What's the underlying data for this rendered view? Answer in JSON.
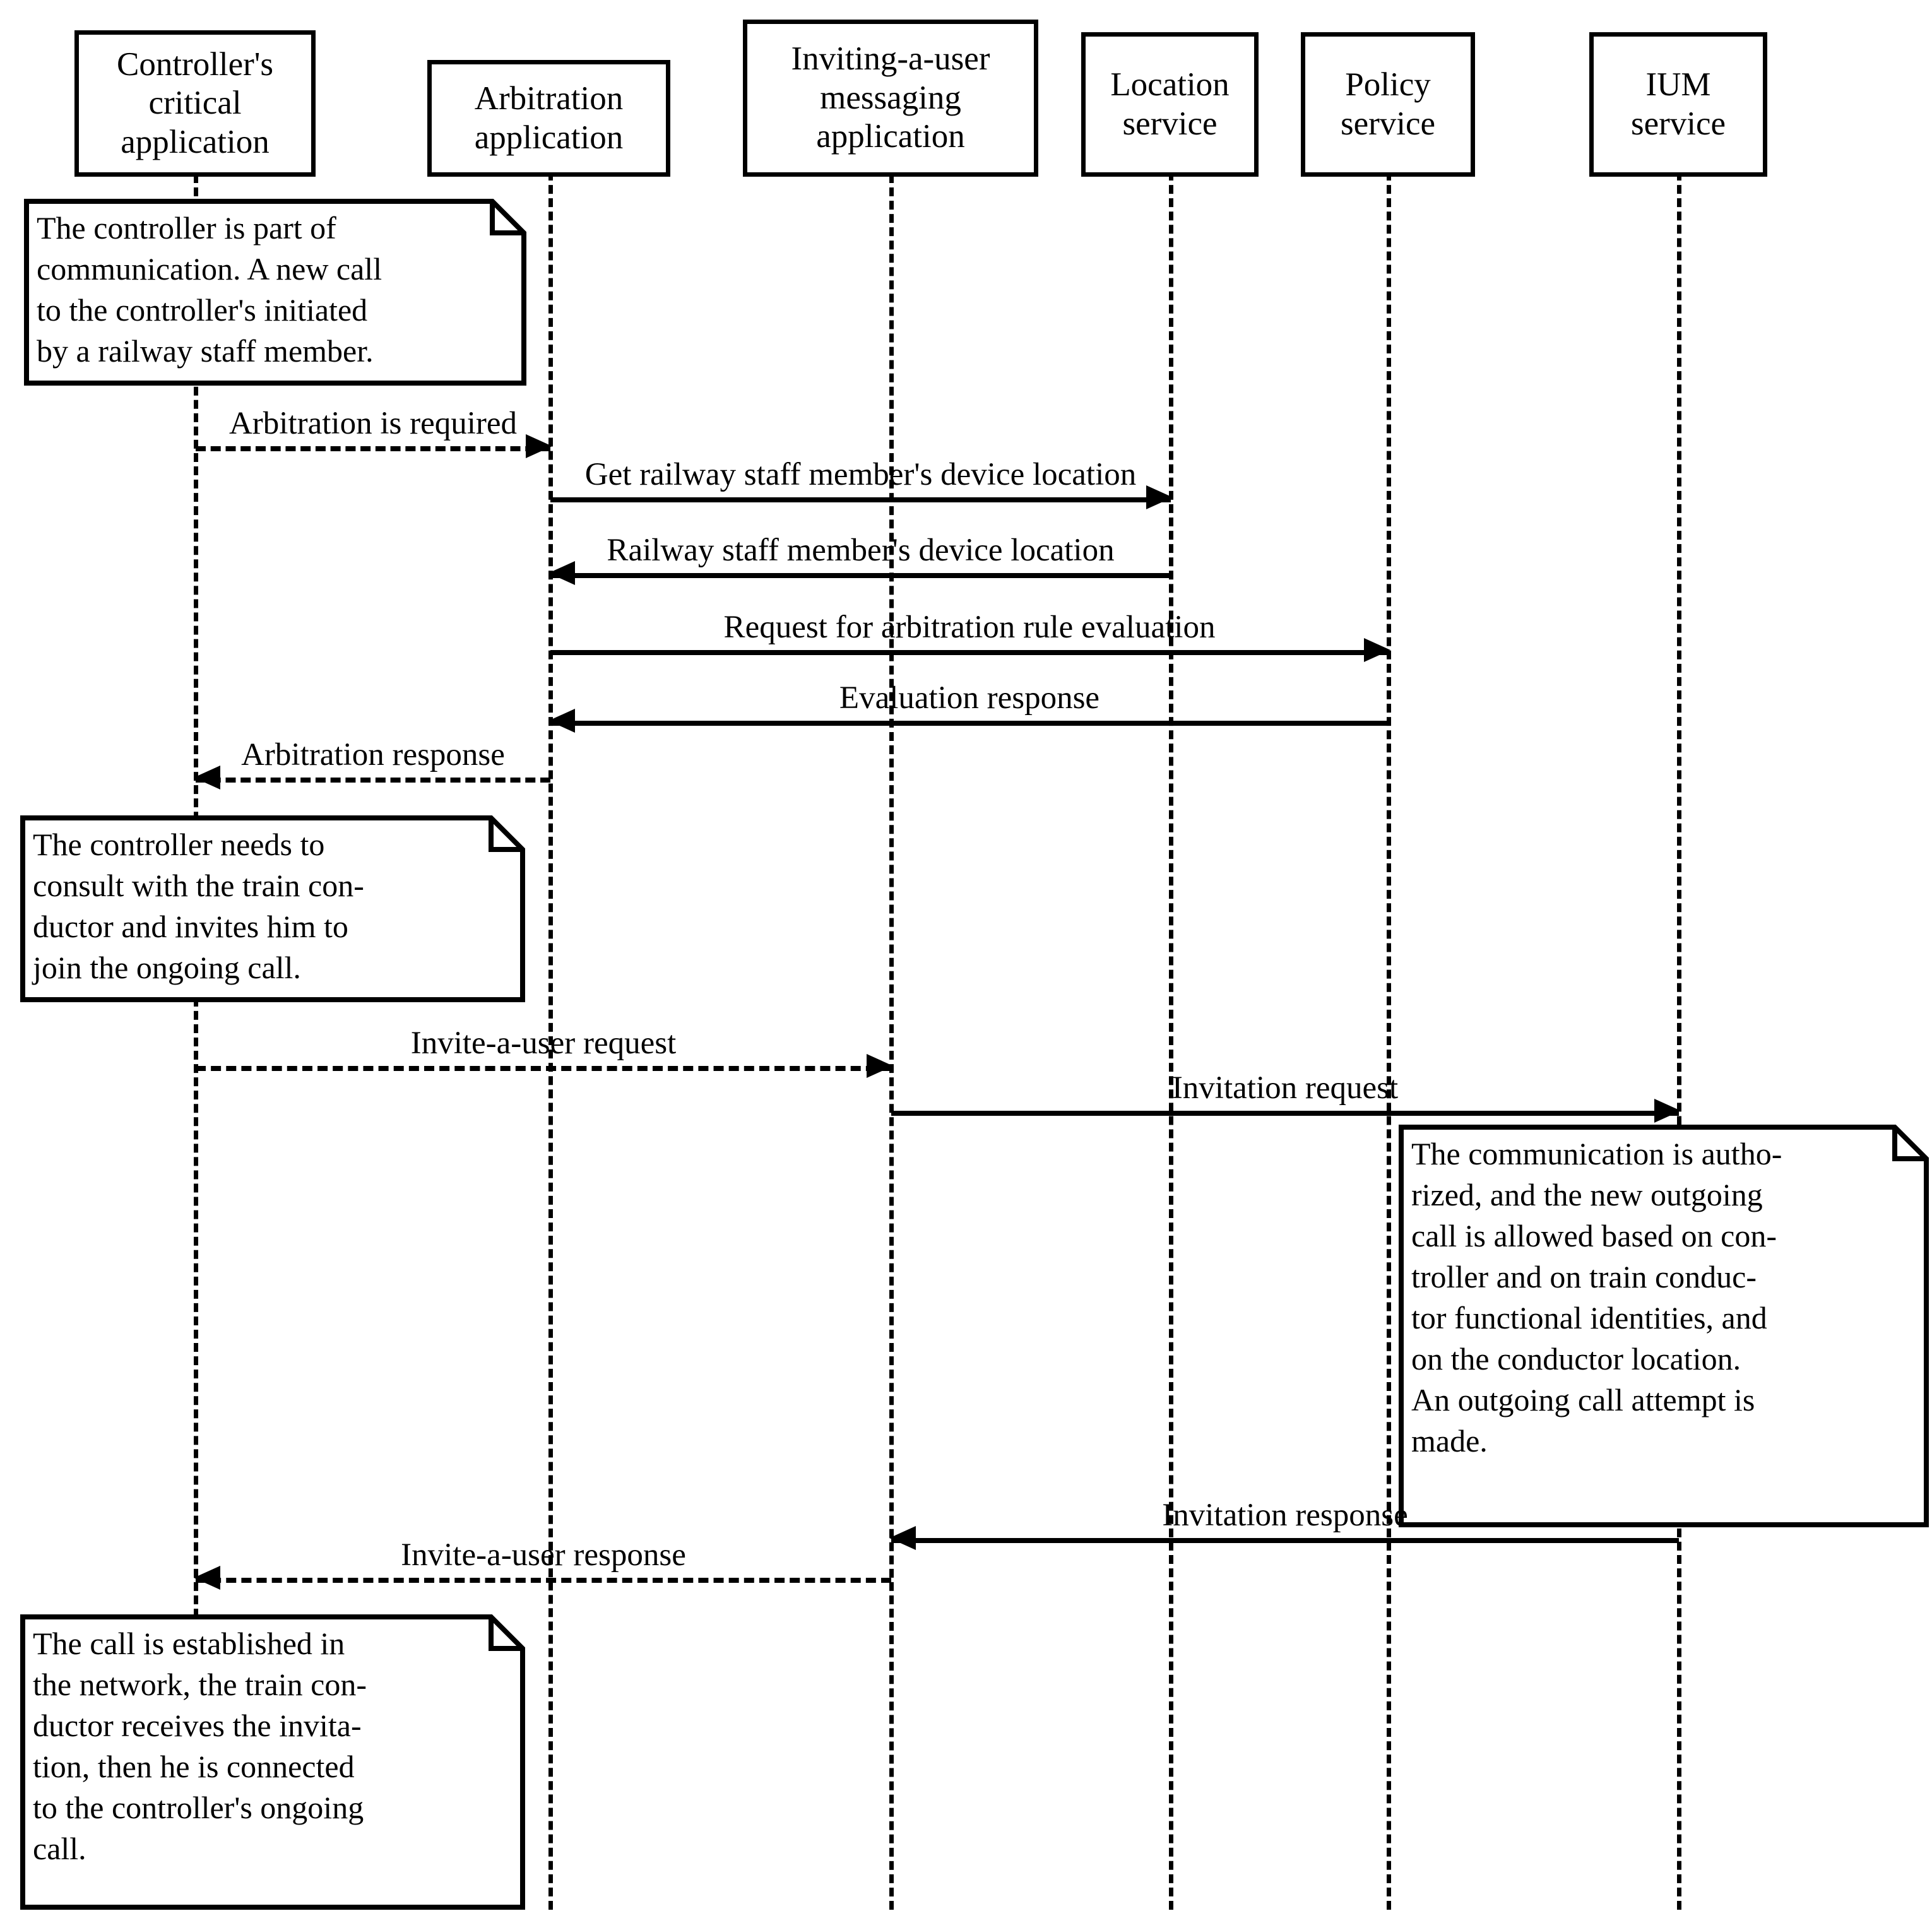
{
  "diagram": {
    "title": "Controller invites train conductor to ongoing call",
    "type": "uml-sequence-diagram",
    "background_color": "#ffffff",
    "line_color": "#000000"
  },
  "participants": [
    {
      "id": "controller",
      "lines": [
        "Controller's",
        "critical",
        "application"
      ]
    },
    {
      "id": "arbitration",
      "lines": [
        "Arbitration",
        "application"
      ]
    },
    {
      "id": "ium-app",
      "lines": [
        "Inviting-a-user",
        "messaging",
        "application"
      ]
    },
    {
      "id": "location",
      "lines": [
        "Location",
        "service"
      ]
    },
    {
      "id": "policy",
      "lines": [
        "Policy",
        "service"
      ]
    },
    {
      "id": "ium-service",
      "lines": [
        "IUM",
        "service"
      ]
    }
  ],
  "notes": [
    {
      "id": "note-controller-part-of-communication",
      "text": "The controller is part of\ncommunication. A new call\nto the controller's initiated\nby a railway staff member."
    },
    {
      "id": "note-controller-consults-conductor",
      "text": "The controller needs to\nconsult with the train con-\nductor and invites him to\njoin the ongoing call."
    },
    {
      "id": "note-communication-authorized",
      "text": "The communication is autho-\nrized, and the new outgoing\ncall is allowed based on con-\ntroller and on train conduc-\ntor functional identities, and\non the conductor location.\nAn outgoing call attempt is\nmade."
    },
    {
      "id": "note-call-established",
      "text": "The call is established in\nthe network, the train con-\nductor receives the invita-\ntion, then he is connected\nto the controller's ongoing\ncall."
    }
  ],
  "messages": [
    {
      "id": "m1",
      "label": "Arbitration is required",
      "from": "controller",
      "to": "arbitration",
      "style": "dashed",
      "direction": "right"
    },
    {
      "id": "m2",
      "label": "Get railway staff member's device location",
      "from": "arbitration",
      "to": "location",
      "style": "solid",
      "direction": "right"
    },
    {
      "id": "m3",
      "label": "Railway staff member's device location",
      "from": "location",
      "to": "arbitration",
      "style": "solid",
      "direction": "left"
    },
    {
      "id": "m4",
      "label": "Request for arbitration rule evaluation",
      "from": "arbitration",
      "to": "policy",
      "style": "solid",
      "direction": "right"
    },
    {
      "id": "m5",
      "label": "Evaluation response",
      "from": "policy",
      "to": "arbitration",
      "style": "solid",
      "direction": "left"
    },
    {
      "id": "m6",
      "label": "Arbitration response",
      "from": "arbitration",
      "to": "controller",
      "style": "dashed",
      "direction": "left"
    },
    {
      "id": "m7",
      "label": "Invite-a-user request",
      "from": "controller",
      "to": "ium-app",
      "style": "dashed",
      "direction": "right"
    },
    {
      "id": "m8",
      "label": "Invitation request",
      "from": "ium-app",
      "to": "ium-service",
      "style": "solid",
      "direction": "right"
    },
    {
      "id": "m9",
      "label": "Invitation response",
      "from": "ium-service",
      "to": "ium-app",
      "style": "solid",
      "direction": "left"
    },
    {
      "id": "m10",
      "label": "Invite-a-user response",
      "from": "ium-app",
      "to": "controller",
      "style": "dashed",
      "direction": "left"
    }
  ]
}
